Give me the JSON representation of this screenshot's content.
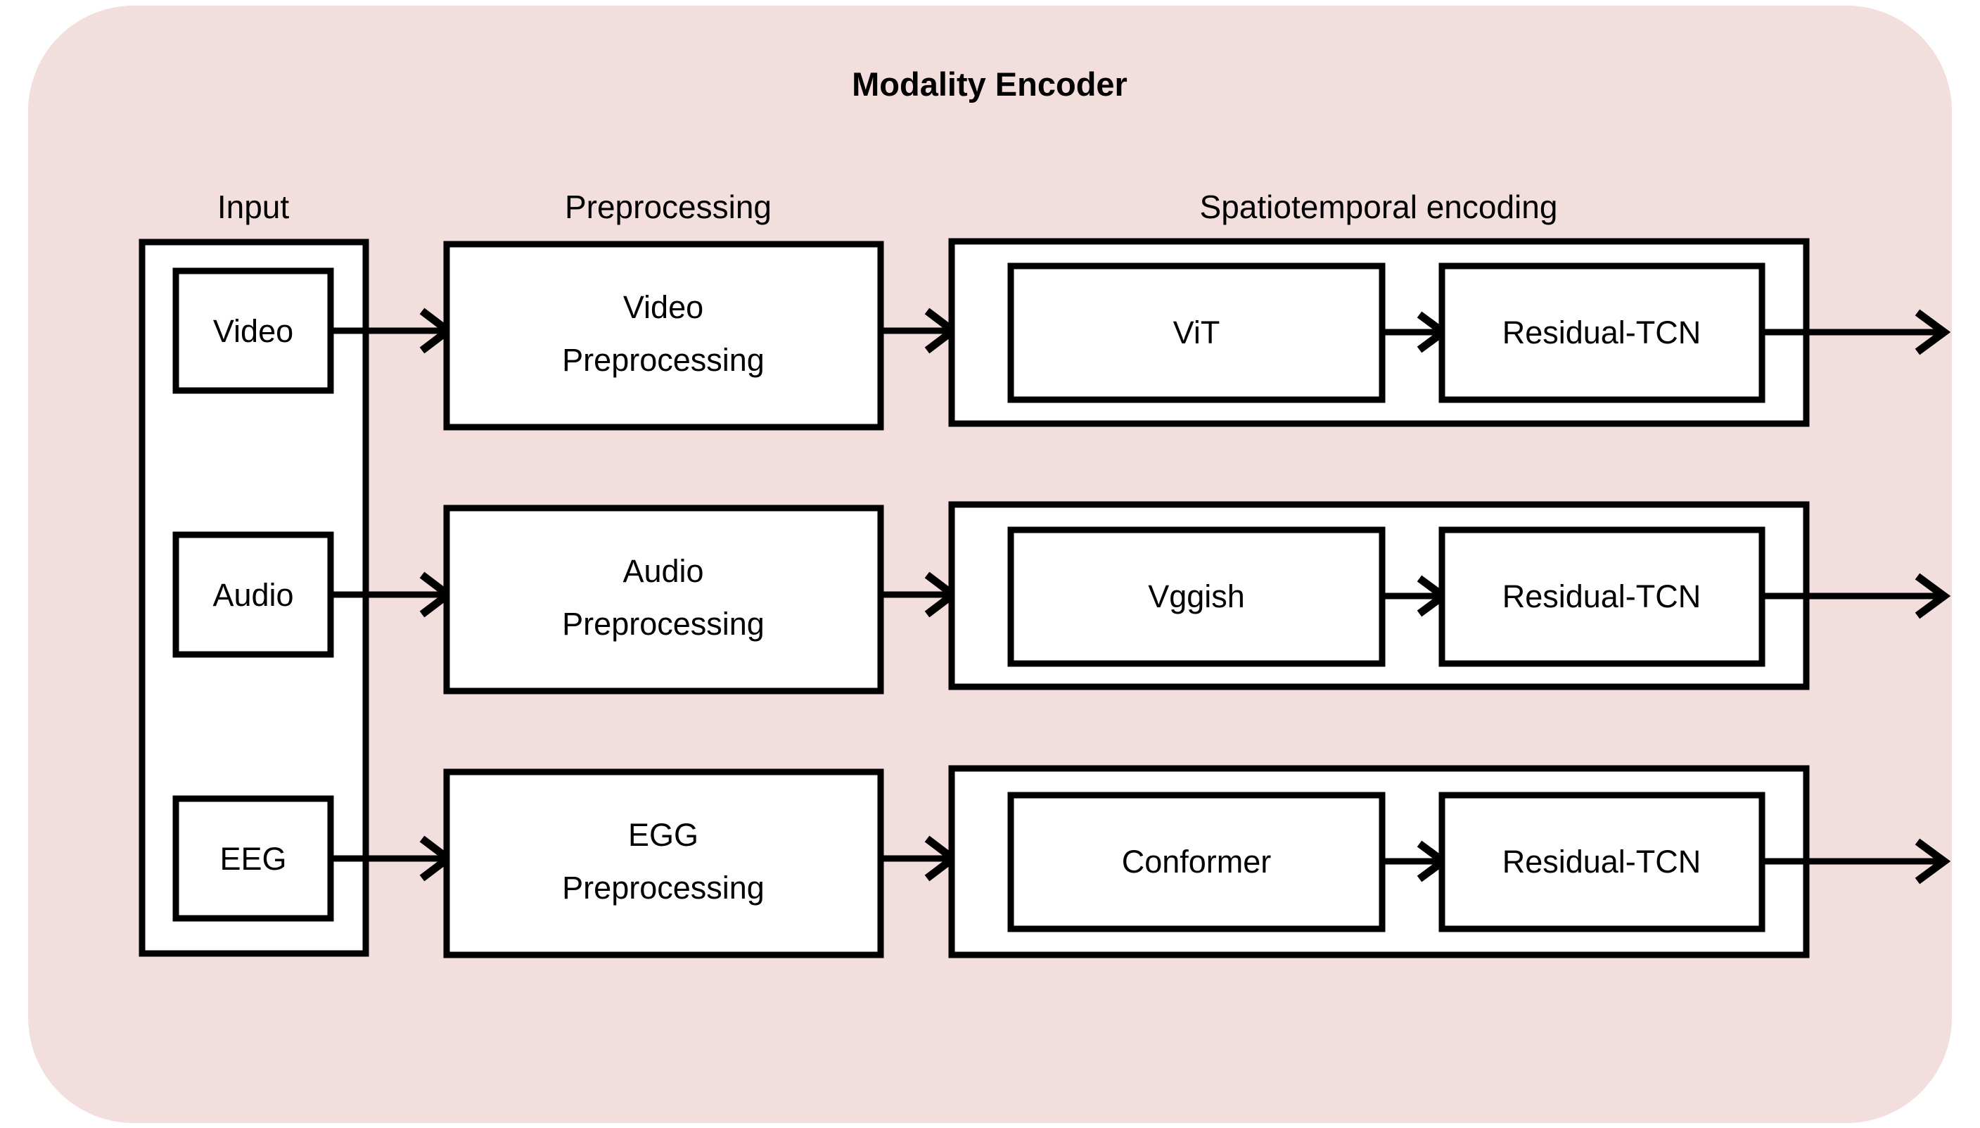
{
  "figure": {
    "title": "Modality Encoder",
    "panel_color": "#f2dedd",
    "box_fill": "#ffffff",
    "stroke_color": "#000000"
  },
  "columns": [
    {
      "id": "input",
      "header": "Input"
    },
    {
      "id": "preprocessing",
      "header": "Preprocessing"
    },
    {
      "id": "encoding",
      "header": "Spatiotemporal encoding"
    }
  ],
  "rows": [
    {
      "id": "video",
      "input": "Video",
      "preprocessing_line1": "Video",
      "preprocessing_line2": "Preprocessing",
      "encoder_backbone": "ViT",
      "encoder_temporal": "Residual-TCN"
    },
    {
      "id": "audio",
      "input": "Audio",
      "preprocessing_line1": "Audio",
      "preprocessing_line2": "Preprocessing",
      "encoder_backbone": "Vggish",
      "encoder_temporal": "Residual-TCN"
    },
    {
      "id": "eeg",
      "input": "EEG",
      "preprocessing_line1": "EGG",
      "preprocessing_line2": "Preprocessing",
      "encoder_backbone": "Conformer",
      "encoder_temporal": "Residual-TCN"
    }
  ]
}
